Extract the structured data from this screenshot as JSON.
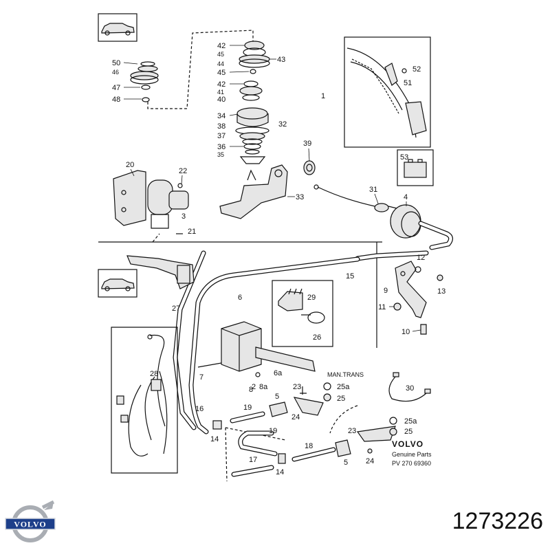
{
  "part_number": "1273226",
  "logo": {
    "text": "VOLVO",
    "color": "#1d3f8a"
  },
  "stamp": {
    "brand": "VOLVO",
    "line1": "Genuine Parts",
    "line2": "PV 270 69360"
  },
  "note": "MAN.TRANS",
  "callouts": {
    "c50": "50",
    "c46": "46",
    "c47": "47",
    "c48": "48",
    "c42a": "42",
    "c45top": "45",
    "c43": "43",
    "c44": "44",
    "c45": "45",
    "c42b": "42",
    "c41": "41",
    "c40": "40",
    "c34": "34",
    "c38": "38",
    "c37": "37",
    "c36": "36",
    "c35": "35",
    "c32": "32",
    "c1": "1",
    "c52": "52",
    "c51": "51",
    "c53": "53",
    "c39": "39",
    "c20": "20",
    "c22": "22",
    "c3": "3",
    "c21": "21",
    "c33": "33",
    "c31": "31",
    "c4": "4",
    "c12": "12",
    "c13": "13",
    "c9": "9",
    "c11": "11",
    "c10": "10",
    "c15": "15",
    "c6": "6",
    "c29": "29",
    "c26": "26",
    "c27": "27",
    "c28": "28",
    "c7": "7",
    "c2": "2",
    "c6a": "6a",
    "c8": "8",
    "c8a": "8a",
    "c23a": "23",
    "c5a": "5",
    "c25a1": "25a",
    "c25_1": "25",
    "c24a": "24",
    "c16": "16",
    "c19a": "19",
    "c19b": "19",
    "c14a": "14",
    "c14b": "14",
    "c17": "17",
    "c18": "18",
    "c5b": "5",
    "c24b": "24",
    "c23b": "23",
    "c25a2": "25a",
    "c25_2": "25",
    "c30": "30"
  }
}
